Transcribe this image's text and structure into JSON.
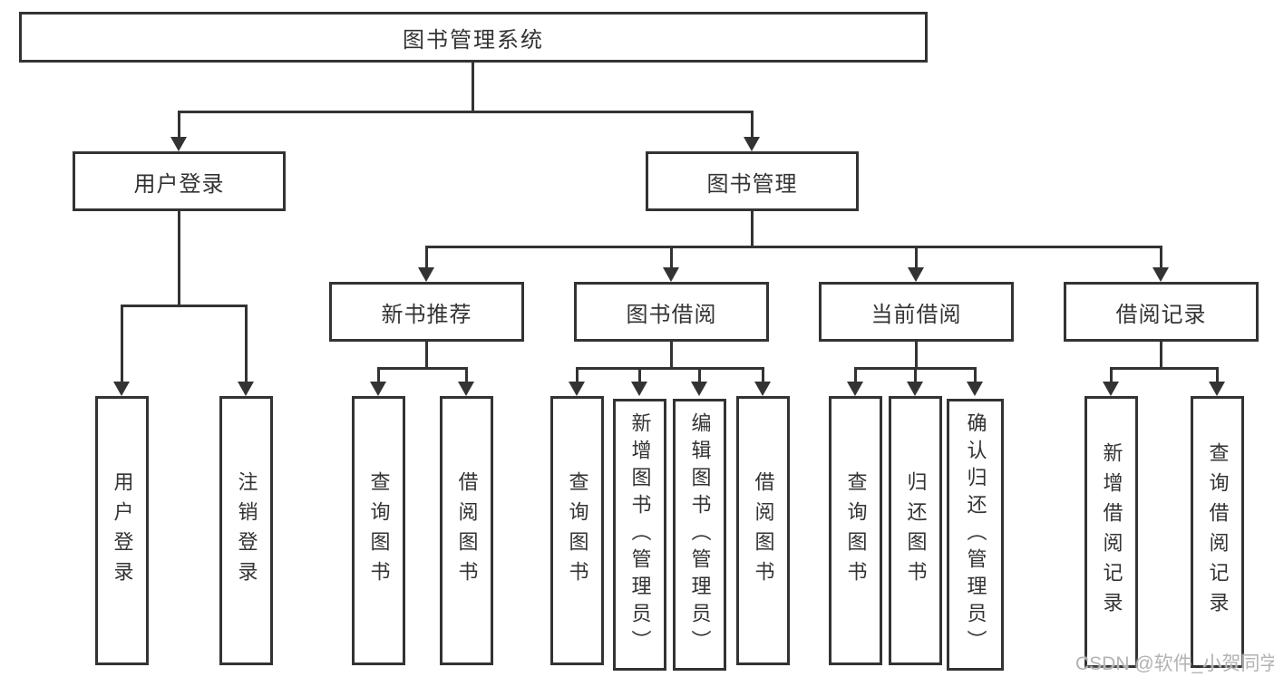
{
  "diagram_title": "图书管理系统",
  "nodes": {
    "root": {
      "label": "图书管理系统"
    },
    "user_login": {
      "label": "用户登录"
    },
    "book_mgmt": {
      "label": "图书管理"
    },
    "new_books": {
      "label": "新书推荐"
    },
    "book_borrow": {
      "label": "图书借阅"
    },
    "current_borrow": {
      "label": "当前借阅"
    },
    "borrow_records": {
      "label": "借阅记录"
    }
  },
  "leaves": [
    {
      "label": "用户登录",
      "parent": "用户登录"
    },
    {
      "label": "注销登录",
      "parent": "用户登录"
    },
    {
      "label": "查询图书",
      "parent": "新书推荐"
    },
    {
      "label": "借阅图书",
      "parent": "新书推荐"
    },
    {
      "label": "查询图书",
      "parent": "图书借阅"
    },
    {
      "label": "新增图书（管理员）",
      "parent": "图书借阅"
    },
    {
      "label": "编辑图书（管理员）",
      "parent": "图书借阅"
    },
    {
      "label": "借阅图书",
      "parent": "图书借阅"
    },
    {
      "label": "查询图书",
      "parent": "当前借阅"
    },
    {
      "label": "归还图书",
      "parent": "当前借阅"
    },
    {
      "label": "确认归还（管理员）",
      "parent": "当前借阅"
    },
    {
      "label": "新增借阅记录",
      "parent": "借阅记录"
    },
    {
      "label": "查询借阅记录",
      "parent": "借阅记录"
    }
  ],
  "watermark": "CSDN @软件_小贺同学",
  "colors": {
    "line": "#333333",
    "text": "#333333",
    "box_fill": "#ffffff",
    "watermark": "#b3b3b3",
    "background": "#ffffff"
  }
}
